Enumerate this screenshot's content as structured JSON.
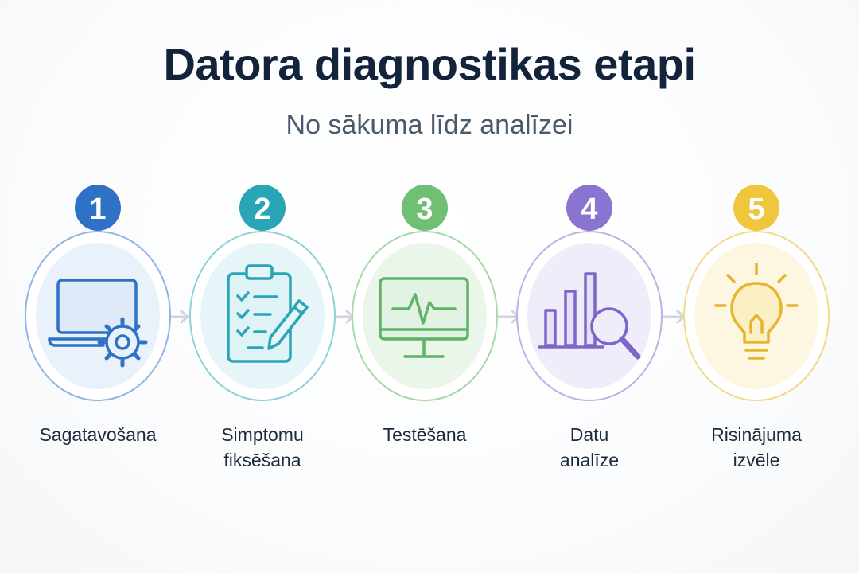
{
  "header": {
    "title": "Datora diagnostikas etapi",
    "subtitle": "No sākuma līdz analīzei"
  },
  "steps": [
    {
      "number": "1",
      "label_lines": [
        "Sagatavošana"
      ],
      "color": "#2f72c5",
      "icon": "laptop-gear-icon"
    },
    {
      "number": "2",
      "label_lines": [
        "Simptomu",
        "fiksēšana"
      ],
      "color": "#2aa5b8",
      "icon": "clipboard-checklist-pencil-icon"
    },
    {
      "number": "3",
      "label_lines": [
        "Testēšana"
      ],
      "color": "#6fbf74",
      "icon": "monitor-heartbeat-icon"
    },
    {
      "number": "4",
      "label_lines": [
        "Datu",
        "analīze"
      ],
      "color": "#8a74cf",
      "icon": "bar-chart-magnifier-icon"
    },
    {
      "number": "5",
      "label_lines": [
        "Risinājuma",
        "izvēle"
      ],
      "color": "#f0c63c",
      "icon": "lightbulb-icon"
    }
  ]
}
